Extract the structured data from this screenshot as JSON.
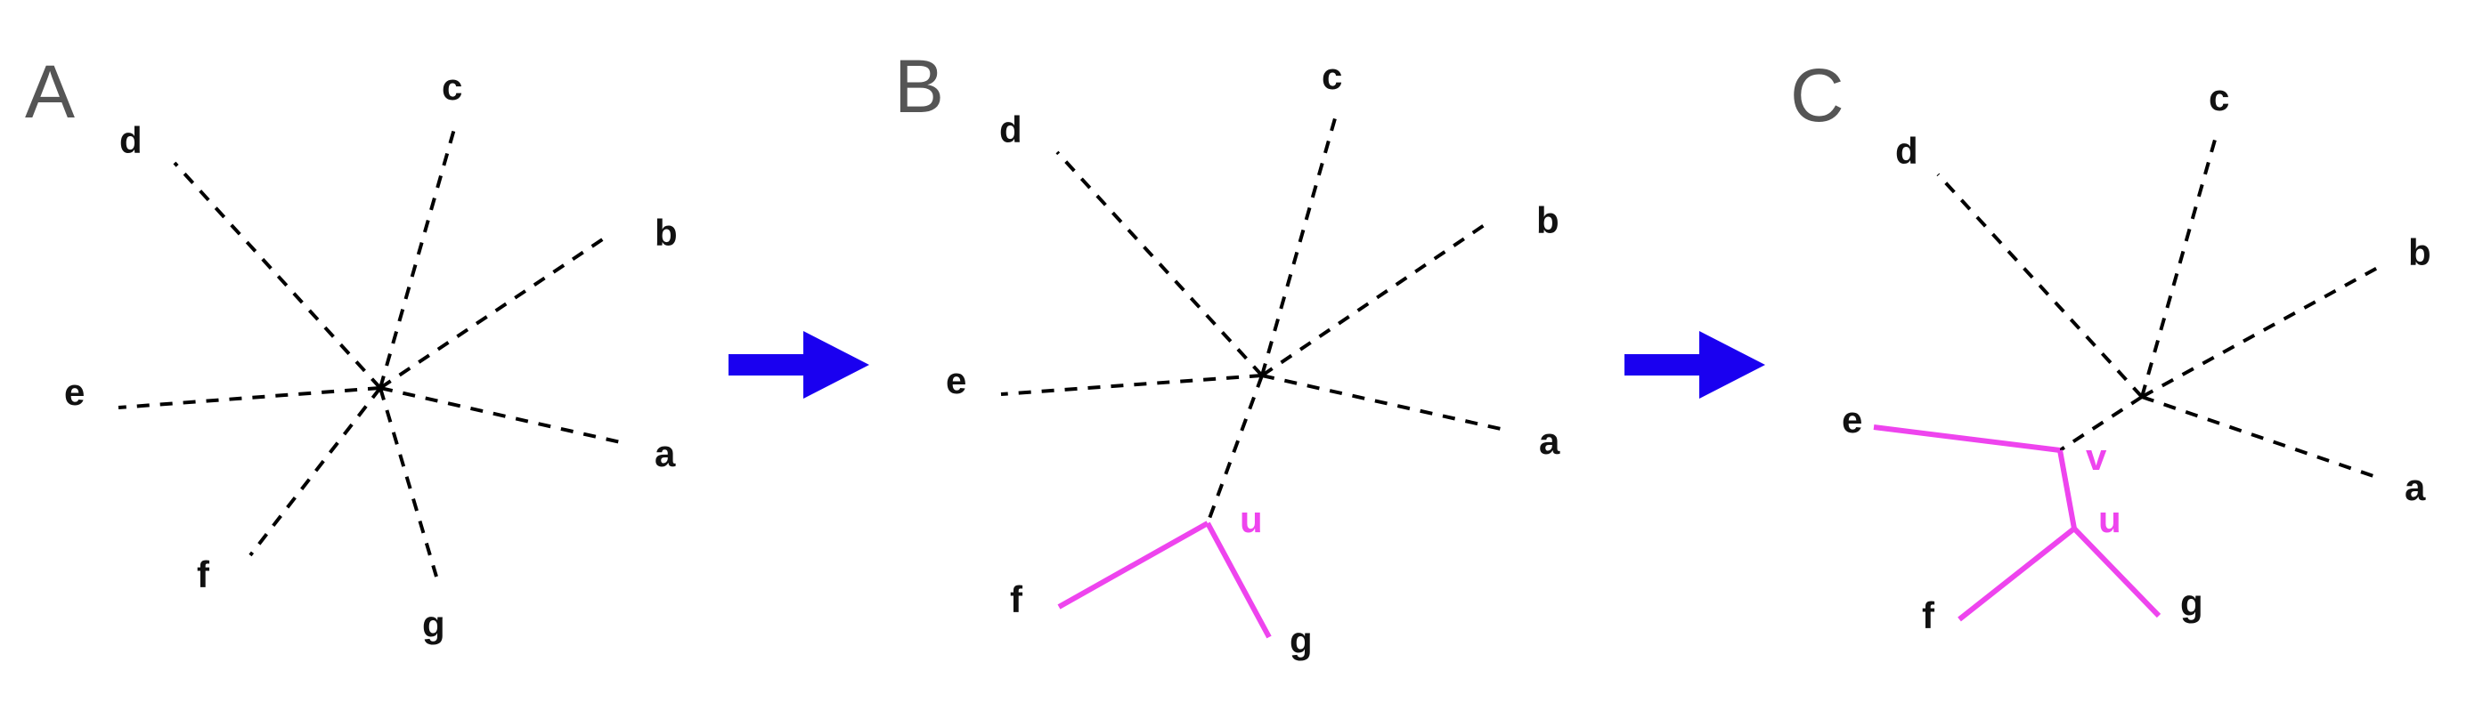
{
  "colors": {
    "arrow": "#1a00f0",
    "highlight": "#ee44ee",
    "panel_label": "#555555",
    "text": "#111111",
    "dashed_edge": "#000000"
  },
  "panels": [
    {
      "label": "A",
      "leaves": [
        "d",
        "c",
        "b",
        "e",
        "a",
        "f",
        "g"
      ],
      "internal_nodes": []
    },
    {
      "label": "B",
      "leaves": [
        "d",
        "c",
        "b",
        "e",
        "a",
        "f",
        "g"
      ],
      "internal_nodes": [
        "u"
      ]
    },
    {
      "label": "C",
      "leaves": [
        "d",
        "c",
        "b",
        "e",
        "a",
        "f",
        "g"
      ],
      "internal_nodes": [
        "v",
        "u"
      ]
    }
  ],
  "arrows": [
    "right-arrow",
    "right-arrow"
  ]
}
